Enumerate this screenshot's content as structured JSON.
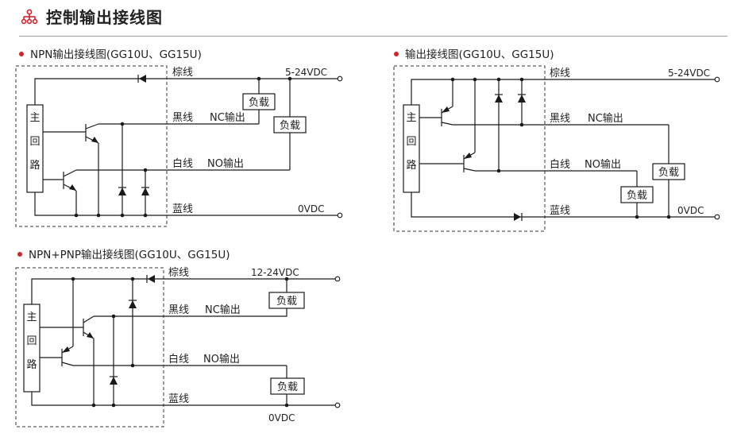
{
  "header": {
    "icon": "org-chart-icon",
    "accent_color": "#d3232a",
    "title": "控制输出接线图"
  },
  "diagrams": [
    {
      "title": "NPN输出接线图(GG10U、GG15U)",
      "main_circuit": [
        "主",
        "回",
        "路"
      ],
      "wires": {
        "brown": "棕线",
        "black": "黑线",
        "white": "白线",
        "blue": "蓝线"
      },
      "outputs": {
        "nc": "NC输出",
        "no": "NO输出"
      },
      "supply": "5-24VDC",
      "ground": "0VDC",
      "load": "负载"
    },
    {
      "title": "输出接线图(GG10U、GG15U)",
      "main_circuit": [
        "主",
        "回",
        "路"
      ],
      "wires": {
        "brown": "棕线",
        "black": "黑线",
        "white": "白线",
        "blue": "蓝线"
      },
      "outputs": {
        "nc": "NC输出",
        "no": "NO输出"
      },
      "supply": "5-24VDC",
      "ground": "0VDC",
      "load": "负载"
    },
    {
      "title": "NPN+PNP输出接线图(GG10U、GG15U)",
      "main_circuit": [
        "主",
        "回",
        "路"
      ],
      "wires": {
        "brown": "棕线",
        "black": "黑线",
        "white": "白线",
        "blue": "蓝线"
      },
      "outputs": {
        "nc": "NC输出",
        "no": "NO输出"
      },
      "supply": "12-24VDC",
      "ground": "0VDC",
      "load": "负载"
    }
  ]
}
